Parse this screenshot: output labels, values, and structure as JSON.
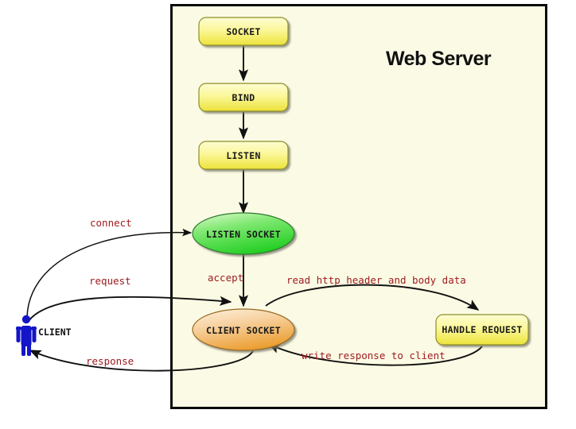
{
  "diagram": {
    "title": "Web Server",
    "background_color": "#ffffff",
    "panel_color": "#fbfbe5",
    "panel_border_color": "#0a0a0a",
    "label_color": "#9e1b20",
    "client_color": "#1414c8"
  },
  "nodes": {
    "socket": {
      "label": "SOCKET",
      "shape": "rounded-rect",
      "fill_top": "#fcfcc0",
      "fill_bottom": "#ece43a"
    },
    "bind": {
      "label": "BIND",
      "shape": "rounded-rect",
      "fill_top": "#fcfcc0",
      "fill_bottom": "#ece43a"
    },
    "listen": {
      "label": "LISTEN",
      "shape": "rounded-rect",
      "fill_top": "#fcfcc0",
      "fill_bottom": "#ece43a"
    },
    "listen_socket": {
      "label": "LISTEN SOCKET",
      "shape": "ellipse",
      "fill_top": "#c8f5b4",
      "fill_bottom": "#2fd22f"
    },
    "client_socket": {
      "label": "CLIENT SOCKET",
      "shape": "ellipse",
      "fill_top": "#fbe3bd",
      "fill_bottom": "#eda53a"
    },
    "handle_request": {
      "label": "HANDLE REQUEST",
      "shape": "rounded-rect",
      "fill_top": "#fcfcc0",
      "fill_bottom": "#ece43a"
    },
    "client": {
      "label": "CLIENT",
      "shape": "person-figure",
      "icon": "person-icon"
    }
  },
  "edges": [
    {
      "name": "socket-to-bind",
      "label": "",
      "from": "socket",
      "to": "bind"
    },
    {
      "name": "bind-to-listen",
      "label": "",
      "from": "bind",
      "to": "listen"
    },
    {
      "name": "listen-to-listen-socket",
      "label": "",
      "from": "listen",
      "to": "listen_socket"
    },
    {
      "name": "client-connect",
      "label": "connect",
      "from": "client",
      "to": "listen_socket"
    },
    {
      "name": "accept",
      "label": "accept",
      "from": "listen_socket",
      "to": "client_socket"
    },
    {
      "name": "client-request",
      "label": "request",
      "from": "client",
      "to": "client_socket"
    },
    {
      "name": "read-http",
      "label": "read http header and body data",
      "from": "client_socket",
      "to": "handle_request"
    },
    {
      "name": "write-response",
      "label": "write response to client",
      "from": "handle_request",
      "to": "client_socket"
    },
    {
      "name": "server-response",
      "label": "response",
      "from": "client_socket",
      "to": "client"
    }
  ]
}
